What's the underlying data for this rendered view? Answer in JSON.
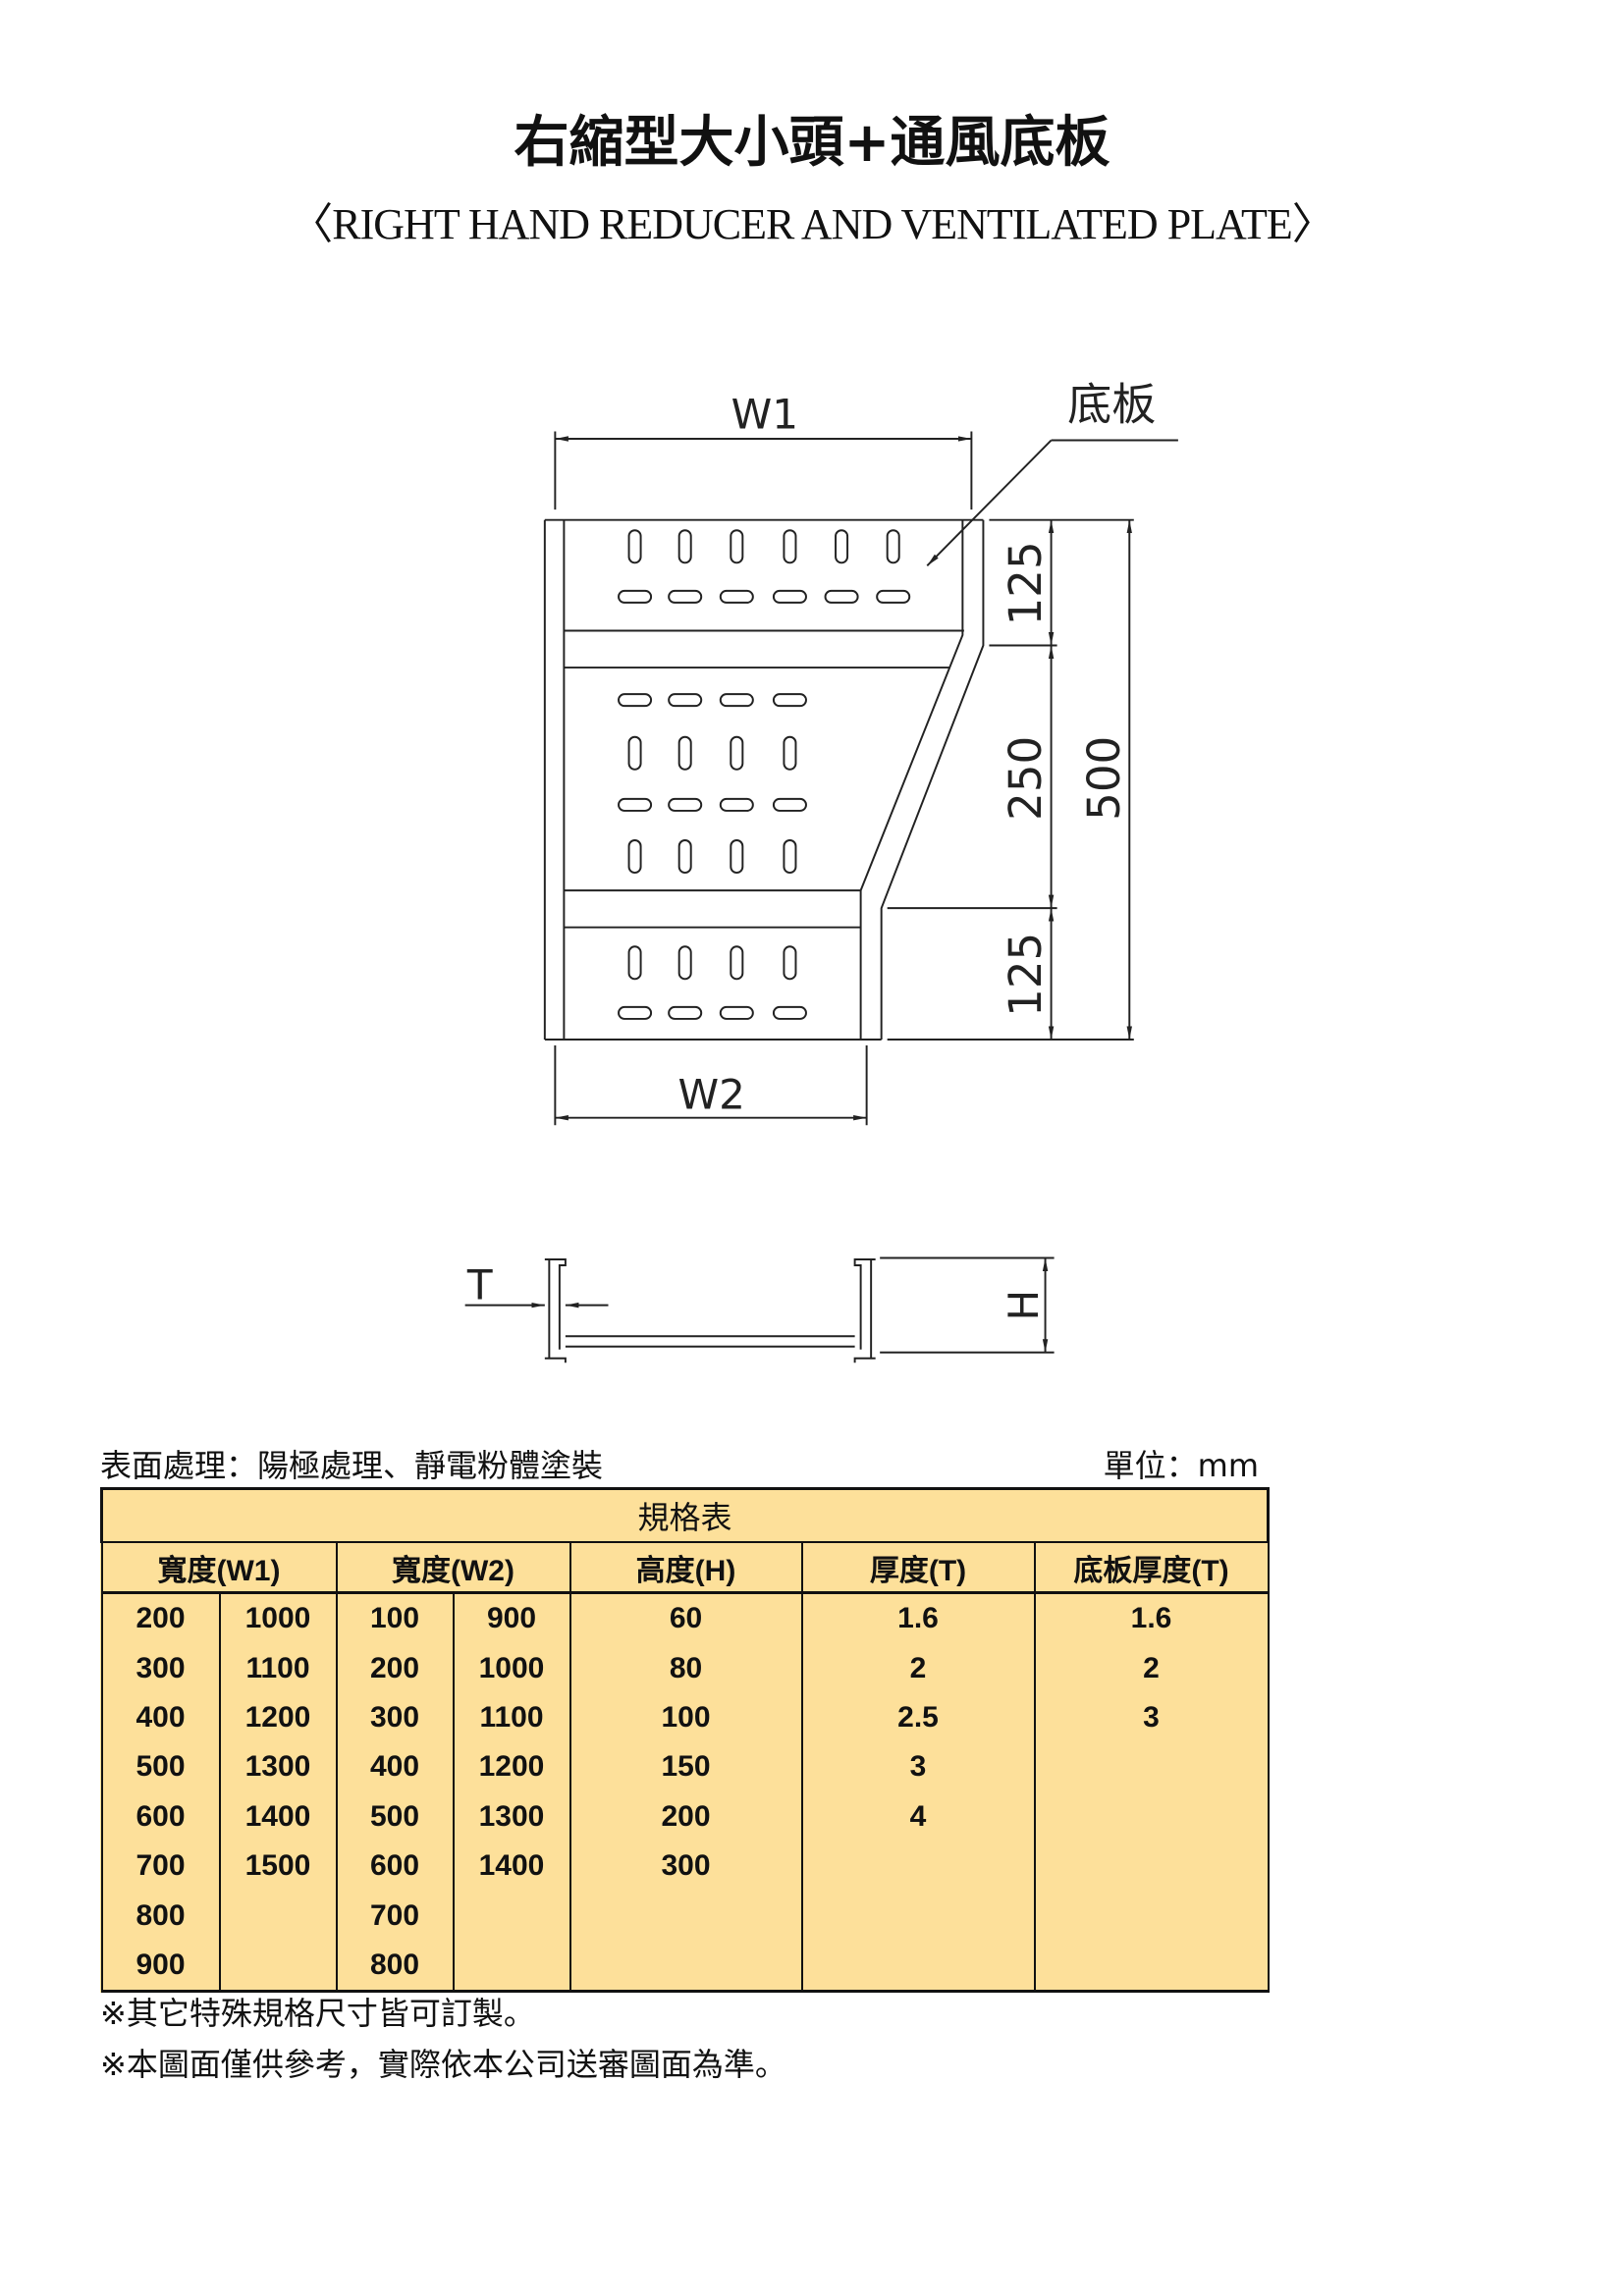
{
  "title": "右縮型大小頭+通風底板",
  "subtitle": "〈RIGHT HAND REDUCER AND VENTILATED PLATE〉",
  "drawing": {
    "w1_label": "W1",
    "w2_label": "W2",
    "plate_label": "底板",
    "dim_top": "125",
    "dim_mid": "250",
    "dim_bottom": "125",
    "dim_total": "500",
    "t_label": "T",
    "h_label": "H"
  },
  "surface_treatment": "表面處理：陽極處理、靜電粉體塗裝",
  "unit": "單位：mm",
  "table": {
    "caption": "規格表",
    "headers": [
      "寬度(W1)",
      "寬度(W2)",
      "高度(H)",
      "厚度(T)",
      "底板厚度(T)"
    ],
    "rows": [
      [
        "200",
        "1000",
        "100",
        "900",
        "60",
        "1.6",
        "1.6"
      ],
      [
        "300",
        "1100",
        "200",
        "1000",
        "80",
        "2",
        "2"
      ],
      [
        "400",
        "1200",
        "300",
        "1100",
        "100",
        "2.5",
        "3"
      ],
      [
        "500",
        "1300",
        "400",
        "1200",
        "150",
        "3",
        ""
      ],
      [
        "600",
        "1400",
        "500",
        "1300",
        "200",
        "4",
        ""
      ],
      [
        "700",
        "1500",
        "600",
        "1400",
        "300",
        "",
        ""
      ],
      [
        "800",
        "",
        "700",
        "",
        "",
        "",
        ""
      ],
      [
        "900",
        "",
        "800",
        "",
        "",
        "",
        ""
      ]
    ]
  },
  "notes": [
    "※其它特殊規格尺寸皆可訂製。",
    "※本圖面僅供參考，實際依本公司送審圖面為準。"
  ]
}
